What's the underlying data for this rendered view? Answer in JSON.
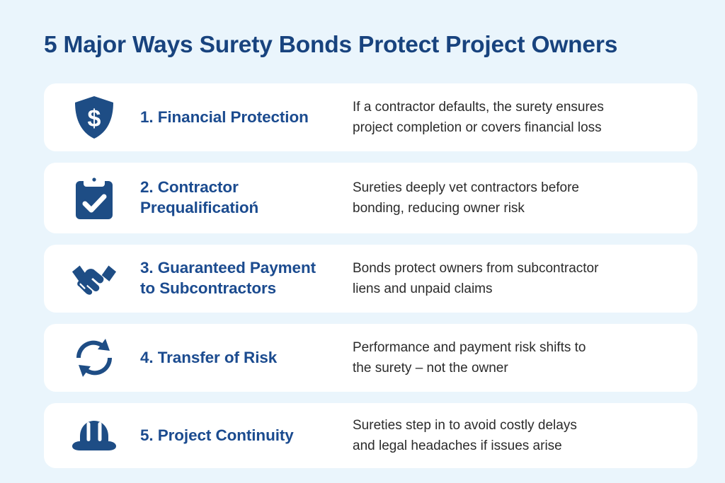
{
  "header": {
    "title": "5 Major Ways Surety Bonds Protect Project Owners"
  },
  "theme": {
    "background": "#eaf5fc",
    "card_background": "#ffffff",
    "title_color": "#18437e",
    "item_title_color": "#1b4b8f",
    "icon_color": "#1e4d85",
    "description_color": "#2b2b2b"
  },
  "items": [
    {
      "icon": "shield-dollar-icon",
      "title_line1": "1. Financial Protection",
      "title_line2": "",
      "desc_line1": "If a contractor defaults, the surety ensures",
      "desc_line2": "project completion or covers financial loss"
    },
    {
      "icon": "clipboard-check-icon",
      "title_line1": "2. Contractor",
      "title_line2": "Prequalificatioń",
      "desc_line1": "Sureties deeply vet contractors before",
      "desc_line2": "bonding, reducing owner risk"
    },
    {
      "icon": "handshake-icon",
      "title_line1": "3. Guaranteed Payment",
      "title_line2": "to Subcontractors",
      "desc_line1": "Bonds protect owners from subcontractor",
      "desc_line2": "liens and unpaid claims"
    },
    {
      "icon": "refresh-cycle-icon",
      "title_line1": "4. Transfer of Risk",
      "title_line2": "",
      "desc_line1": "Performance and payment risk shifts to",
      "desc_line2": "the surety – not the owner"
    },
    {
      "icon": "hard-hat-icon",
      "title_line1": "5. Project Continuity",
      "title_line2": "",
      "desc_line1": "Sureties step in to avoid costly delays",
      "desc_line2": "and legal headaches if issues arise"
    }
  ]
}
